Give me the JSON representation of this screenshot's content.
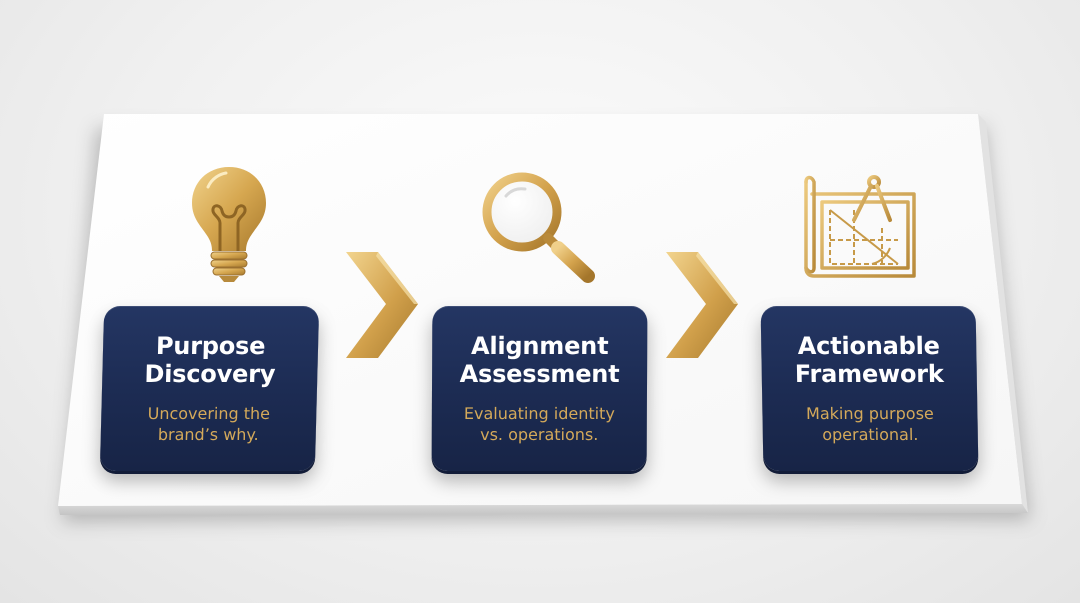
{
  "steps": [
    {
      "title": "Purpose\nDiscovery",
      "description": "Uncovering the\nbrand’s why.",
      "icon": "lightbulb-icon"
    },
    {
      "title": "Alignment\nAssessment",
      "description": "Evaluating identity\nvs. operations.",
      "icon": "magnifying-glass-icon"
    },
    {
      "title": "Actionable\nFramework",
      "description": "Making purpose\noperational.",
      "icon": "blueprint-compass-icon"
    }
  ],
  "connector_icon": "chevron-right-icon",
  "colors": {
    "card": "#1f2f5a",
    "gold": "#d4a95a",
    "title": "#ffffff",
    "board": "#ffffff"
  }
}
